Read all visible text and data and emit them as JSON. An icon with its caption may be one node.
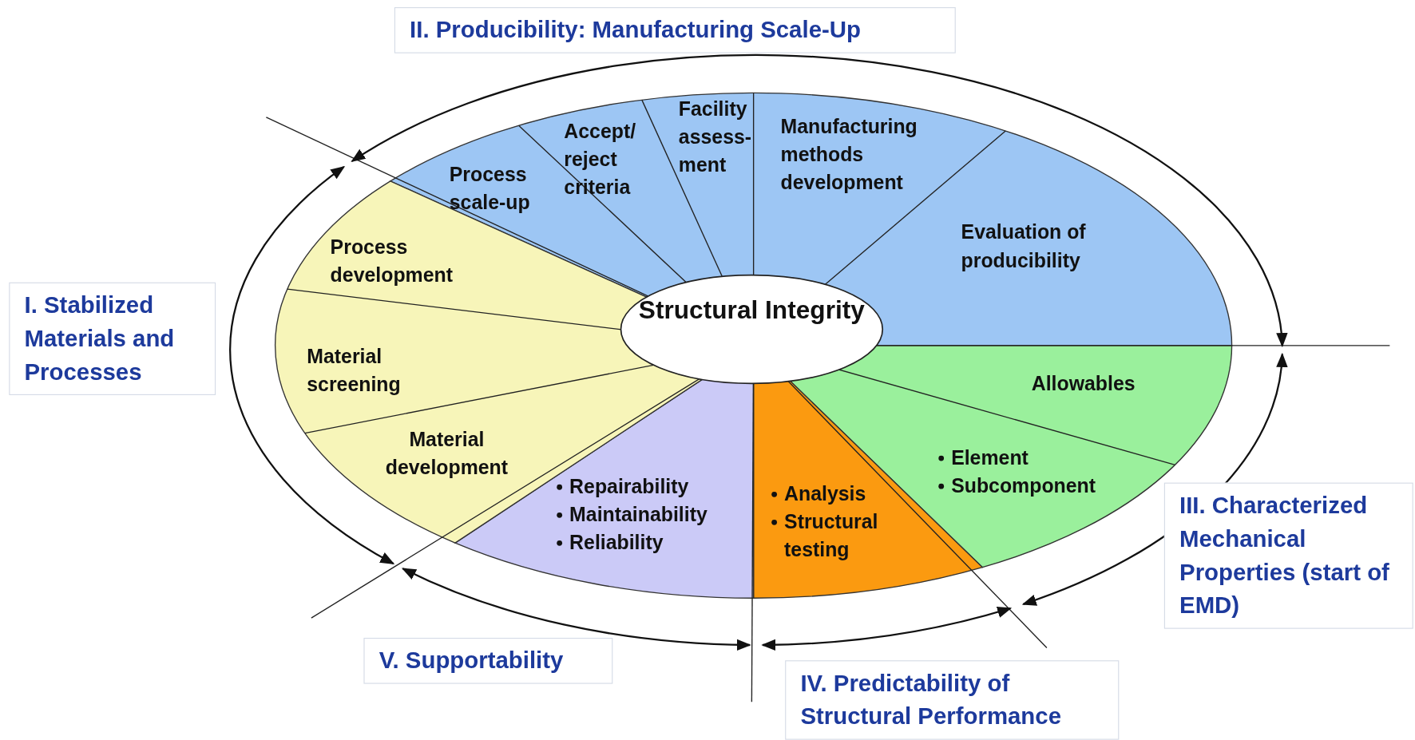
{
  "diagram": {
    "nodes": [
      {
        "text": [
          "II. Producibility: Manufacturing Scale-Up"
        ]
      },
      {
        "text": [
          "Facility assess- ment"
        ]
      },
      {
        "text": [
          "Accept/ reject criteria"
        ]
      },
      {
        "text": [
          "Manufacturing methods development"
        ]
      },
      {
        "text": [
          "Process scale-up"
        ]
      },
      {
        "text": [
          "Evaluation of producibility"
        ]
      },
      {
        "text": [
          "Process development"
        ]
      },
      {
        "text": [
          "I. Stabilized Materials and Processes"
        ]
      },
      {
        "text": [
          "Structural Integrity"
        ]
      },
      {
        "text": [
          "Material screening"
        ]
      },
      {
        "text": [
          "Allowables"
        ]
      },
      {
        "text": [
          "Material development"
        ]
      },
      {
        "text": [
          "Element",
          "Subcomponent"
        ]
      },
      {
        "text": [
          "Repairability",
          "Maintainability",
          "Reliability"
        ]
      },
      {
        "text": [
          "Analysis",
          "Structural testing"
        ]
      },
      {
        "text": [
          "III. Characterized Mechanical Properties (start of EMD)"
        ]
      },
      {
        "text": [
          "V. Supportability"
        ]
      },
      {
        "text": [
          "IV. Predictability of Structural Performance"
        ]
      }
    ]
  }
}
